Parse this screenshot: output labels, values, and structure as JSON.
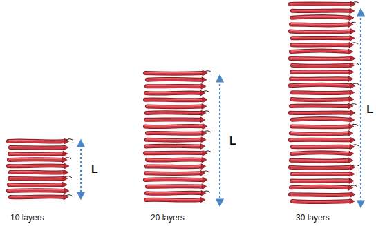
{
  "diagram": {
    "labels": [
      "L",
      "10 layers",
      "L",
      "20 layers",
      "L",
      "30 layers"
    ]
  }
}
